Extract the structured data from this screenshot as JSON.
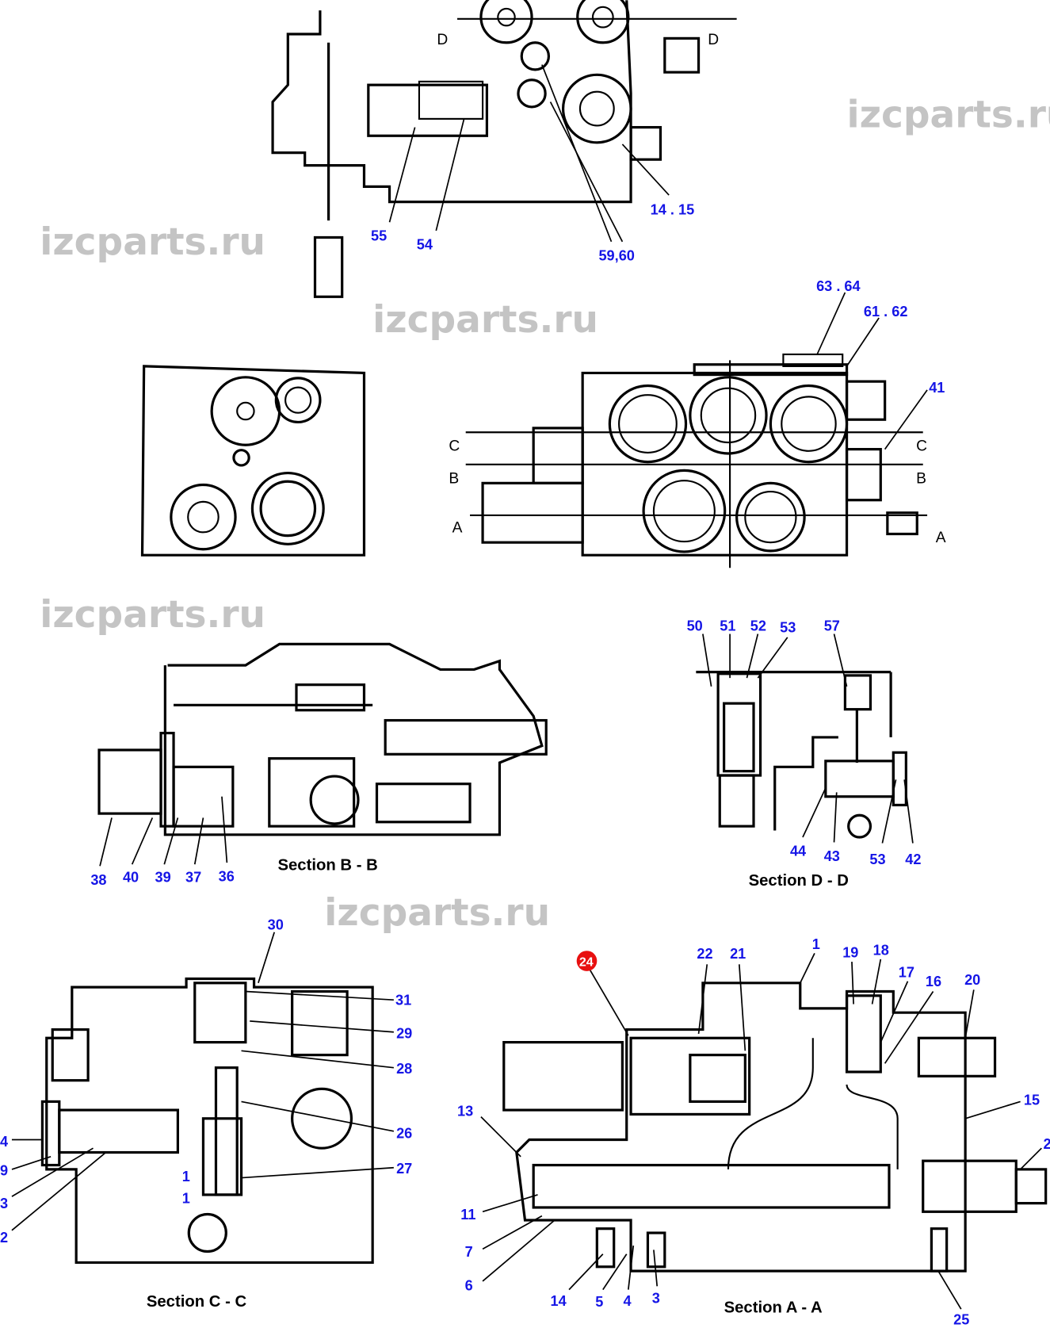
{
  "watermark": "izcparts.ru",
  "highlight_color": "#e81010",
  "label_color": "#1515e6",
  "views": {
    "section_bb": "Section B - B",
    "section_dd": "Section D - D",
    "section_cc": "Section C - C",
    "section_aa": "Section A - A"
  },
  "section_markers": [
    "D",
    "D",
    "C",
    "B",
    "A",
    "C",
    "B",
    "A"
  ],
  "labels": {
    "top_view": [
      "14 . 15",
      "55",
      "54",
      "59,60"
    ],
    "side_view": [
      "63 . 64",
      "61 . 62",
      "41"
    ],
    "section_bb": [
      "38",
      "40",
      "39",
      "37",
      "36"
    ],
    "section_dd": [
      "50",
      "51",
      "52",
      "53",
      "57",
      "44",
      "43",
      "53",
      "42"
    ],
    "section_cc": [
      "30",
      "31",
      "29",
      "28",
      "26",
      "27",
      "4",
      "9",
      "3",
      "2",
      "1",
      "1"
    ],
    "section_aa": [
      "24",
      "22",
      "21",
      "1",
      "19",
      "18",
      "17",
      "16",
      "20",
      "15",
      "2",
      "13",
      "11",
      "7",
      "6",
      "14",
      "5",
      "4",
      "3",
      "25"
    ]
  }
}
